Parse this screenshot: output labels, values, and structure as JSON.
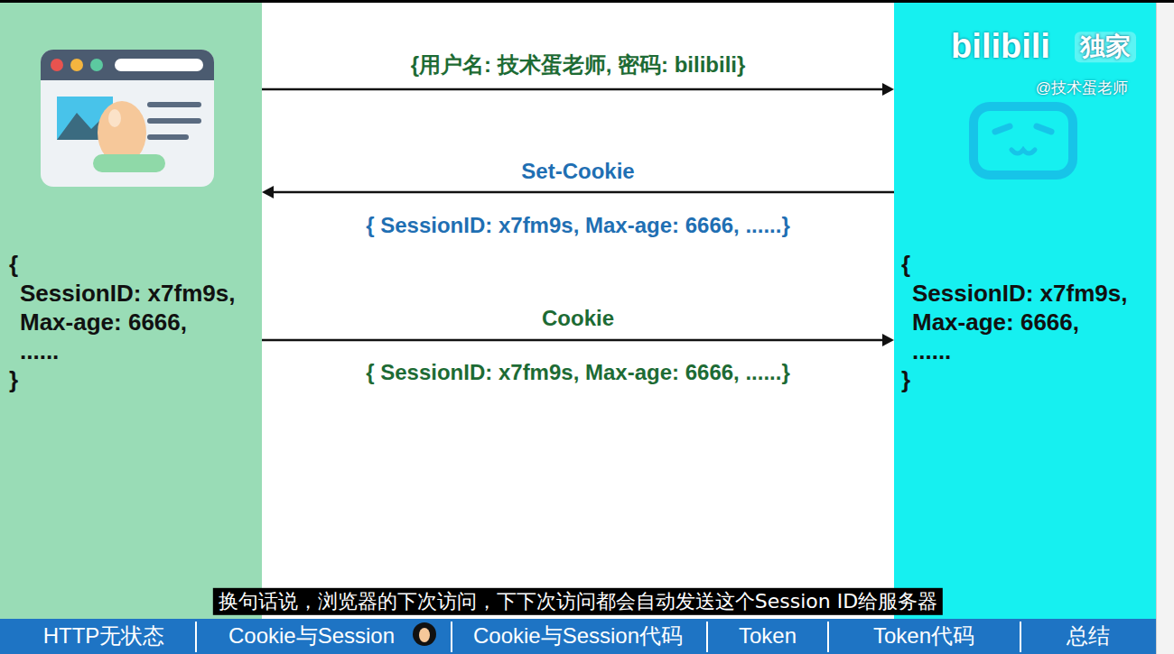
{
  "diagram": {
    "caption": "换句话说，浏览器的下次访问，下下次访问都会自动发送这个Session ID给服务器",
    "nodes": [
      {
        "text": [
          "{",
          "SessionID: x7fm9s,",
          "Max-age: 6666,",
          "......",
          "}"
        ]
      },
      {
        "text": [
          "{",
          "SessionID: x7fm9s,",
          "Max-age: 6666,",
          "......",
          "}"
        ]
      }
    ],
    "edges": [
      {
        "from": 0,
        "to": 1,
        "arrow": "to",
        "label": "{用户名: 技术蛋老师, 密码: bilibili}"
      },
      {
        "from": 1,
        "to": 0,
        "arrow": "to",
        "label": "Set-Cookie"
      },
      {
        "from": 0,
        "to": 1,
        "arrow": "to",
        "label": "Cookie"
      }
    ],
    "labels": [
      "{ SessionID: x7fm9s, Max-age: 6666, ......}",
      "{ SessionID: x7fm9s, Max-age: 6666, ......}",
      "bilibili",
      "独家",
      "@技术蛋老师",
      "HTTP无状态",
      "Cookie与Session",
      "Cookie与Session代码",
      "Token",
      "Token代码",
      "总结"
    ]
  }
}
